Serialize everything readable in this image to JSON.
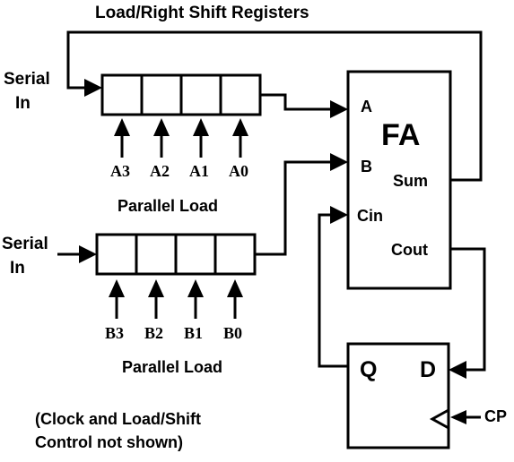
{
  "title": "Load/Right Shift Registers",
  "register_a": {
    "serial_in": [
      "Serial",
      "In"
    ],
    "bits": [
      "A3",
      "A2",
      "A1",
      "A0"
    ],
    "parallel_load": "Parallel Load"
  },
  "register_b": {
    "serial_in": [
      "Serial",
      "In"
    ],
    "bits": [
      "B3",
      "B2",
      "B1",
      "B0"
    ],
    "parallel_load": "Parallel Load"
  },
  "full_adder": {
    "name": "FA",
    "inputs": [
      "A",
      "B",
      "Cin"
    ],
    "outputs": [
      "Sum",
      "Cout"
    ]
  },
  "flip_flop": {
    "q": "Q",
    "d": "D",
    "clock": "CP"
  },
  "note": [
    "(Clock and Load/Shift",
    "Control not shown)"
  ]
}
